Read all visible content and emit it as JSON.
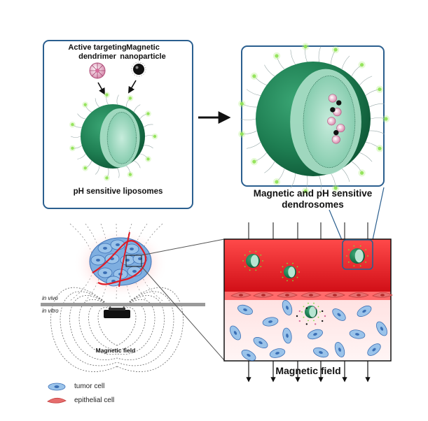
{
  "labels": {
    "active_targeting": "Active targeting\ndendrimer",
    "magnetic_np": "Magnetic\nnanoparticle",
    "ph_liposomes": "pH sensitive liposomes",
    "dendrosomes": "Magnetic and pH sensitive\ndendrosomes",
    "in_vivo": "in vivo",
    "in_vitro": "in vitro",
    "magnetic_field_small": "Magnetic field",
    "magnetic_field_large": "Magnetic field",
    "legend_tumor": "tumor cell",
    "legend_epithelial": "epithelial cell"
  },
  "colors": {
    "liposome_dark": "#1e7e52",
    "liposome_light": "#8fd3b6",
    "ligand": "#7ddc3c",
    "box_border": "#2b5f8f",
    "blood": "#e8242a",
    "tumor_cell": "#9ac3ea",
    "tumor_nucleus": "#3b6fb5",
    "epithelial": "#e66d6d",
    "divider": "#9a9a9a"
  }
}
